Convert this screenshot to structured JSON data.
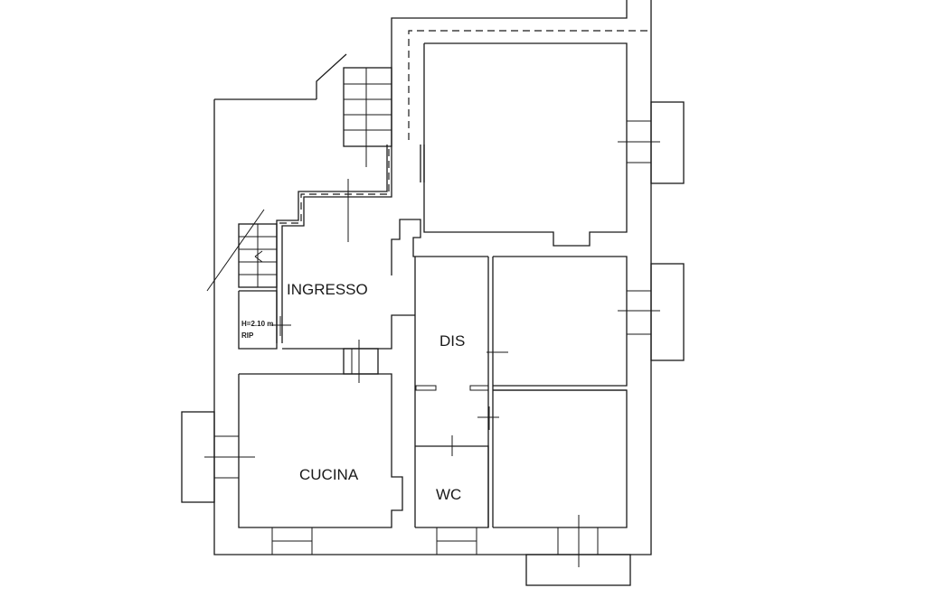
{
  "rooms": {
    "ingresso": "INGRESSO",
    "dis": "DIS",
    "cucina": "CUCINA",
    "wc": "WC"
  },
  "notes": {
    "height": "H=2.10 m",
    "rip": "RIP"
  },
  "colors": {
    "ink": "#1a1a1a",
    "paper": "#ffffff"
  }
}
